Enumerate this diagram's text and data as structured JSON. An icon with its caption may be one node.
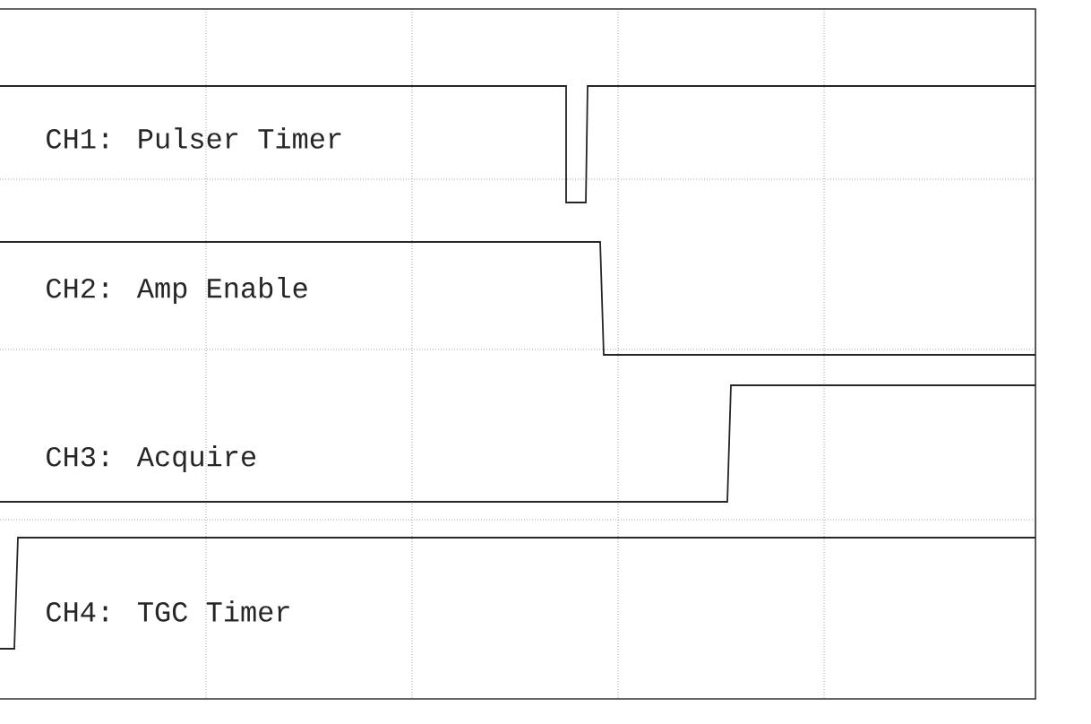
{
  "diagram": {
    "labels": [
      "CH1: Pulser Timer",
      "CH2: Amp Enable",
      "CH3: Acquire",
      "CH4: TGC Timer"
    ]
  }
}
